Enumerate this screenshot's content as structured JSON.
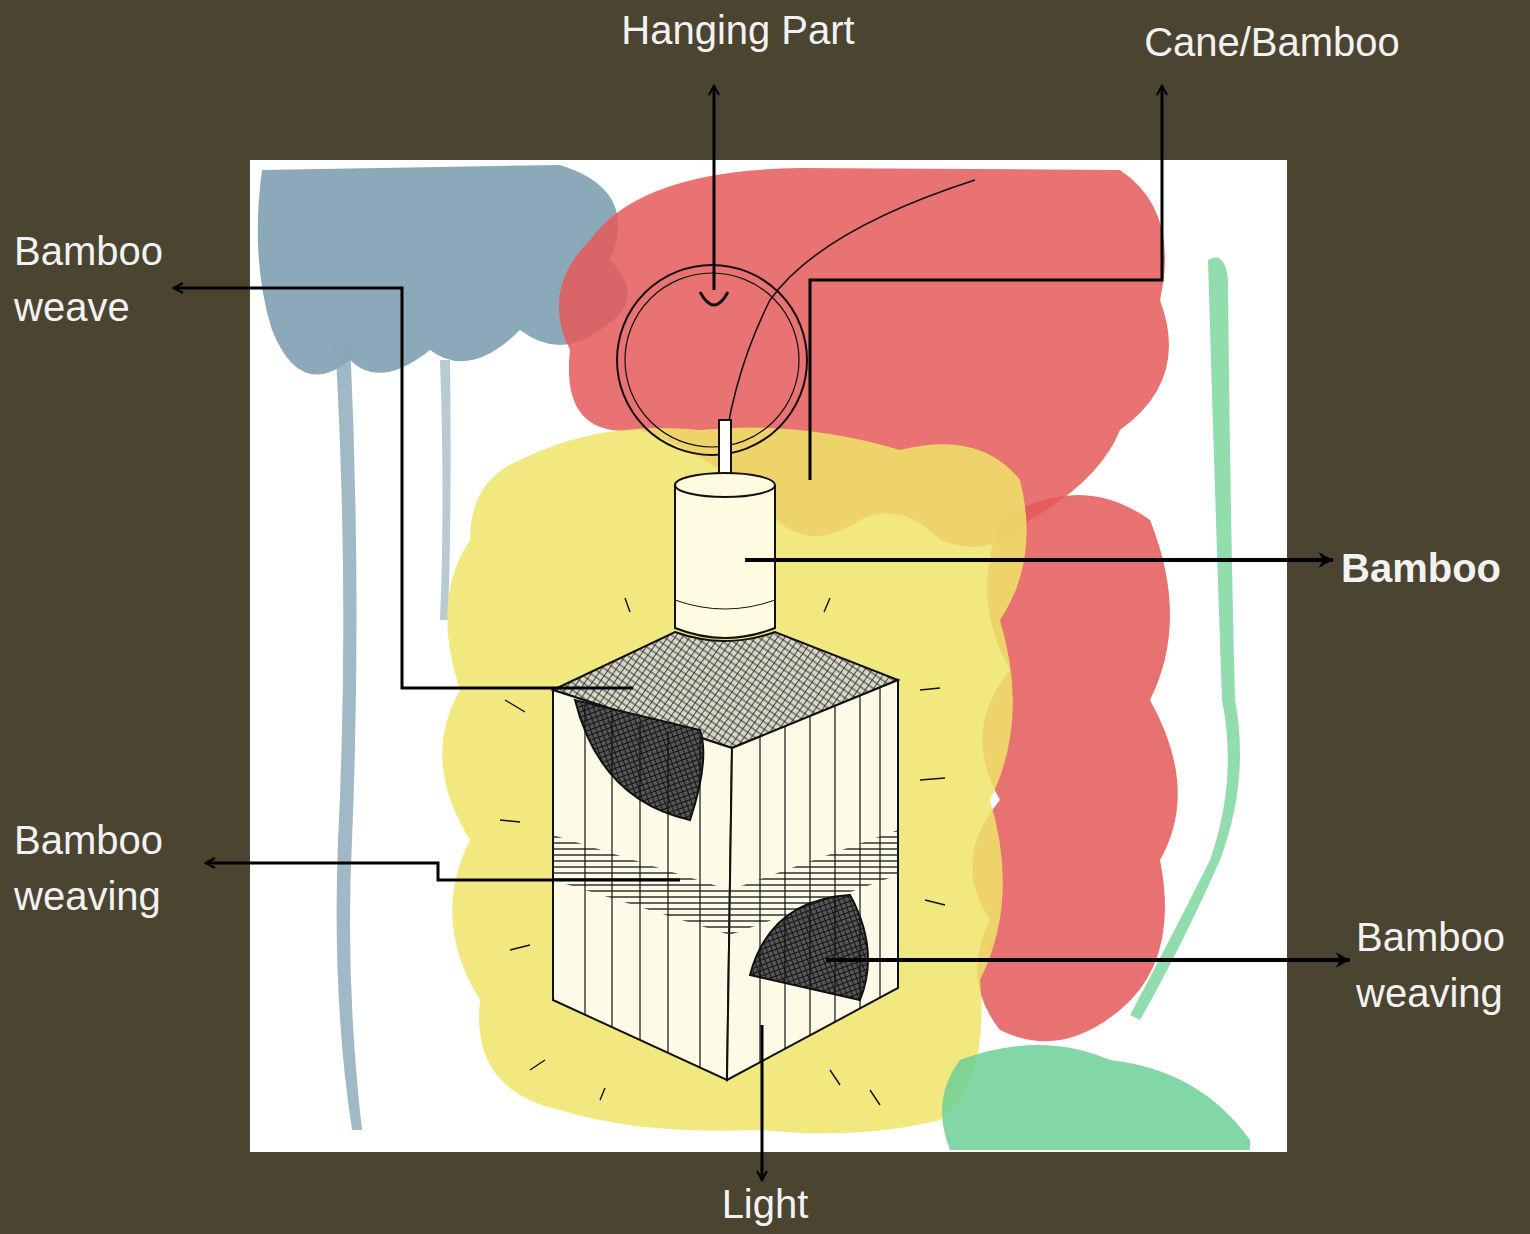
{
  "diagram": {
    "labels": [
      "Hanging Part",
      "Cane/Bamboo",
      "Bamboo weave",
      "Bamboo",
      "Bamboo weaving",
      "Bamboo weaving",
      "Light"
    ]
  }
}
